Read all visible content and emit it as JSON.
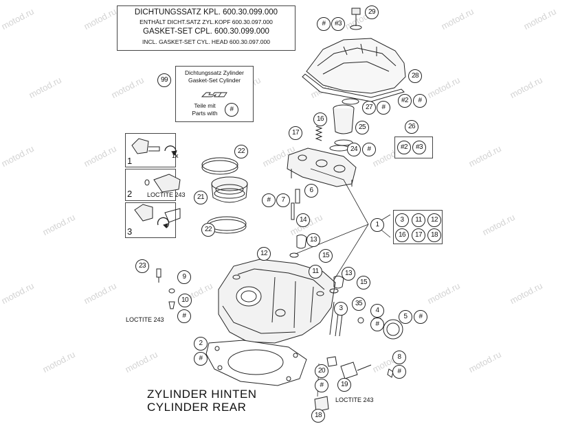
{
  "header": {
    "line1": "DICHTUNGSSATZ KPL. 600.30.099.000",
    "line2": "ENTHÄLT DICHT.SATZ ZYL.KOPF 600.30.097.000",
    "line3": "GASKET-SET CPL.        600.30.099.000",
    "line4": "INCL. GASKET-SET CYL. HEAD 600.30.097.000"
  },
  "kit": {
    "number": "99",
    "line1": "Dichtungssatz Zylinder",
    "line2": "Gasket-Set Cylinder",
    "parts_line1": "Teile mit",
    "parts_line2": "Parts with",
    "hash": "#"
  },
  "steps": {
    "step1": "1",
    "step2": "2",
    "step3": "3",
    "turn_label": "1x"
  },
  "loctite": {
    "label_top": "LOCTITE 243",
    "label_left": "LOCTITE 243",
    "label_bottom": "LOCTITE 243"
  },
  "title": {
    "line1": "ZYLINDER HINTEN",
    "line2": "CYLINDER REAR"
  },
  "callouts": {
    "hash": "#",
    "n29": "29",
    "h3a": "#3",
    "n28": "28",
    "n27": "27",
    "h2a": "#2",
    "n16a": "16",
    "n25": "25",
    "n26": "26",
    "h2b": "#2",
    "h3b": "#3",
    "n17a": "17",
    "n24": "24",
    "n22a": "22",
    "n6": "6",
    "n7": "7",
    "n21": "21",
    "n22b": "22",
    "n14": "14",
    "n1": "1",
    "n3a": "3",
    "n11a": "11",
    "n12a": "12",
    "n16b": "16",
    "n17b": "17",
    "n18a": "18",
    "n13a": "13",
    "n12b": "12",
    "n15a": "15",
    "n23": "23",
    "n9": "9",
    "n10": "10",
    "n11b": "11",
    "n13b": "13",
    "n15b": "15",
    "n3b": "3",
    "n35": "35",
    "n4": "4",
    "n5": "5",
    "n2": "2",
    "n8": "8",
    "n20": "20",
    "n19": "19",
    "n18b": "18"
  },
  "watermark": "motod.ru"
}
